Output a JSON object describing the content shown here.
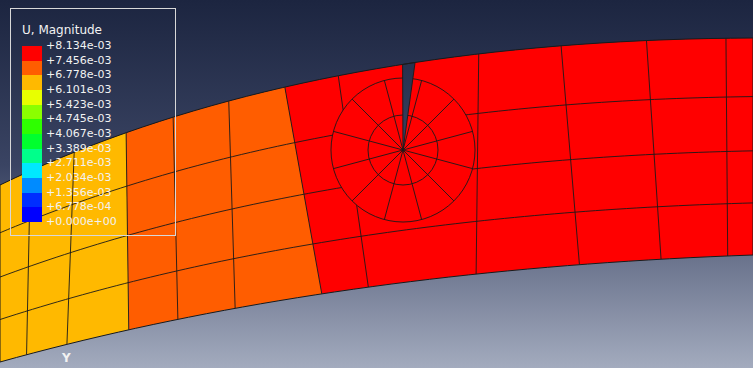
{
  "diagram": {
    "labels": [
      "U, Magnitude",
      "+0.000e+00",
      "Y"
    ],
    "legend": [
      {
        "text": "+8.134e-03",
        "color": "#ff0000"
      },
      {
        "text": "+7.456e-03",
        "color": "#ff5d00"
      },
      {
        "text": "+6.778e-03",
        "color": "#ffb900"
      },
      {
        "text": "+6.101e-03",
        "color": "#e8ff00"
      },
      {
        "text": "+5.423e-03",
        "color": "#8bff00"
      },
      {
        "text": "+4.745e-03",
        "color": "#2eff00"
      },
      {
        "text": "+4.067e-03",
        "color": "#00ff2e"
      },
      {
        "text": "+3.389e-03",
        "color": "#00ff8b"
      },
      {
        "text": "+2.711e-03",
        "color": "#00e8ff"
      },
      {
        "text": "+2.034e-03",
        "color": "#008bff"
      },
      {
        "text": "+1.356e-03",
        "color": "#002eff"
      },
      {
        "text": "+6.778e-04",
        "color": "#0000ff"
      }
    ]
  }
}
